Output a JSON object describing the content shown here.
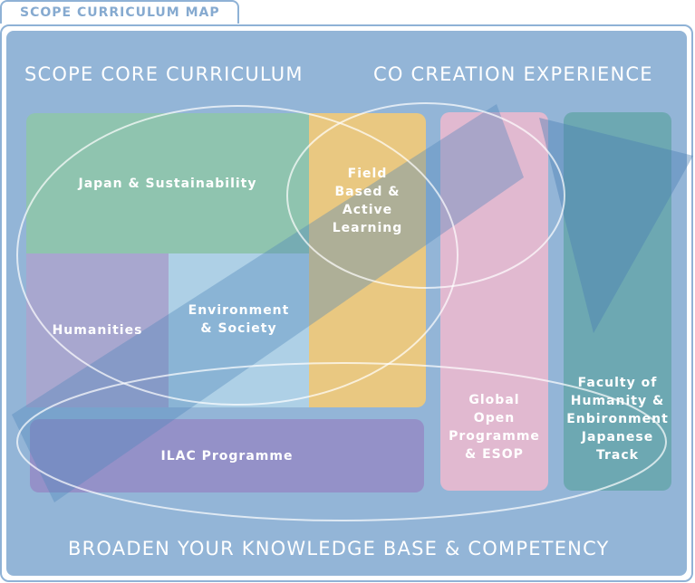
{
  "map": {
    "tab_title": "SCOPE CURRICULUM MAP",
    "headings": {
      "core": "SCOPE CORE CURRICULUM",
      "co_creation": "CO CREATION EXPERIENCE",
      "footer": "BROADEN YOUR KNOWLEDGE BASE & COMPETENCY"
    },
    "blocks": {
      "japan_sustainability": "Japan & Sustainability",
      "field_based": "Field\nBased &\nActive\nLearning",
      "humanities": "Humanities",
      "environment_society": "Environment\n& Society",
      "ilac": "ILAC Programme",
      "global_open": "Global\nOpen\nProgramme\n& ESOP",
      "faculty": "Faculty of\nHumanity &\nEnbironment\nJapanese\nTrack"
    }
  },
  "colors": {
    "frame_border": "#8fb2d6",
    "background_blue": "#93b5d7",
    "japan_green": "#8fc4af",
    "field_yellow": "#e9c881",
    "humanities_lavender": "#a8a7cf",
    "environment_lightblue": "#aed0e6",
    "ilac_purple": "#9491c8",
    "global_pink": "#e1b9d0",
    "faculty_teal": "#6da8b2",
    "arrow_blue": "#4f86bb"
  }
}
